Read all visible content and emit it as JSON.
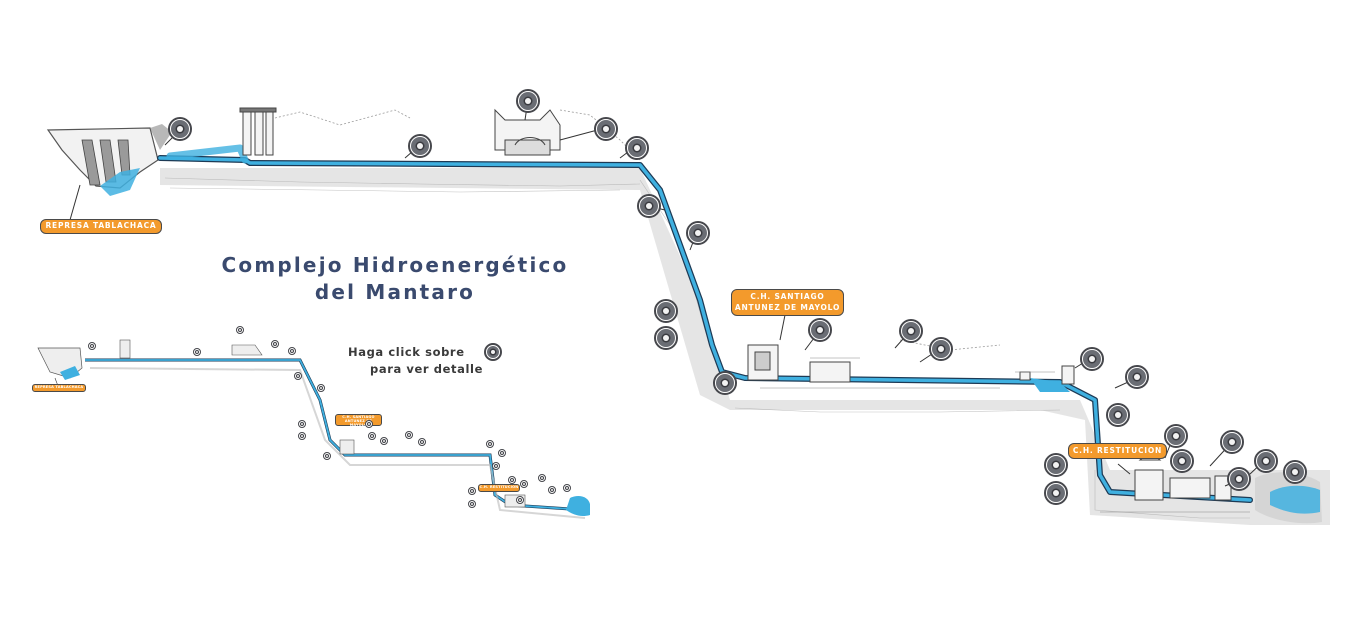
{
  "title_line1": "Complejo Hidroenergético",
  "title_line2": "del Mantaro",
  "instruction_prefix": "Haga click sobre",
  "instruction_line2": "para ver detalle",
  "labels": {
    "dam": "REPRESA TABLACHACA",
    "plant1_line1": "C.H. SANTIAGO",
    "plant1_line2": "ANTUNEZ DE MAYOLO",
    "plant2": "C.H. RESTITUCION"
  },
  "icon_name": "detail-button-icon",
  "colors": {
    "water": "#3fb0e0",
    "label_bg": "#f39a2c",
    "title": "#3a4a6e",
    "terrain": "#9a9a9a"
  }
}
